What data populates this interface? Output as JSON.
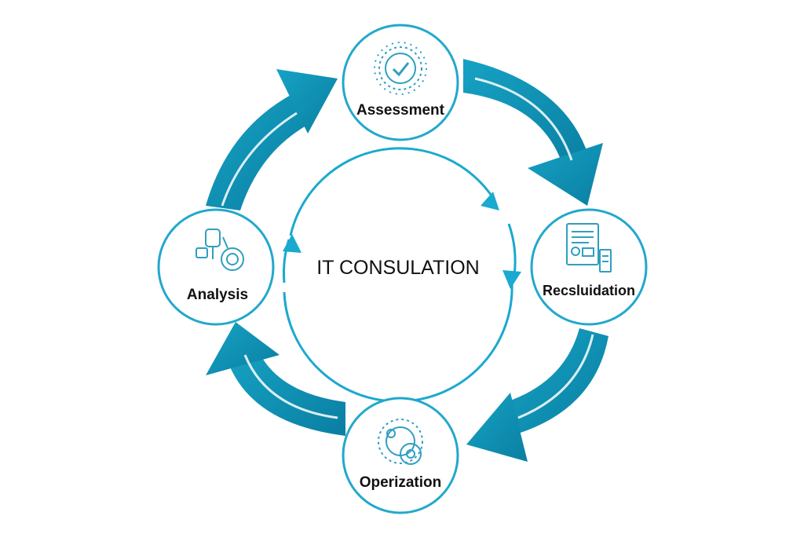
{
  "center": {
    "label": "IT CONSULATION"
  },
  "nodes": [
    {
      "id": "assessment",
      "label": "Assessment",
      "icon": "gear-check-icon"
    },
    {
      "id": "recommendation",
      "label": "Recsluidation",
      "icon": "report-document-icon"
    },
    {
      "id": "optimization",
      "label": "Operization",
      "icon": "gears-icon"
    },
    {
      "id": "analysis",
      "label": "Analysis",
      "icon": "magnifier-chart-icon"
    }
  ],
  "colors": {
    "arrow_dark": "#0b87aa",
    "arrow_light": "#16a2c4",
    "ring": "#1aa9cf",
    "node_border": "#22a8cc",
    "icon": "#2f9fc0",
    "text": "#111111"
  }
}
